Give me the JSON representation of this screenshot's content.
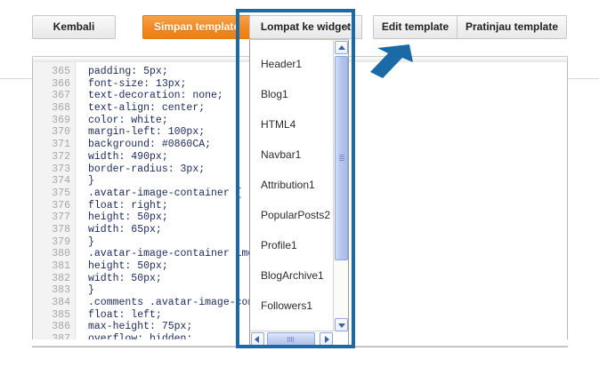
{
  "toolbar": {
    "back_label": "Kembali",
    "save_label": "Simpan template",
    "jump_label": "Lompat ke widget",
    "edit_label": "Edit template",
    "preview_label": "Pratinjau template",
    "caret_icon": "chevron-down-icon",
    "primary_color": "#ee7e0e"
  },
  "dropdown": {
    "open": true,
    "items": [
      {
        "label": "Header1"
      },
      {
        "label": "Blog1"
      },
      {
        "label": "HTML4"
      },
      {
        "label": "Navbar1"
      },
      {
        "label": "Attribution1"
      },
      {
        "label": "PopularPosts2"
      },
      {
        "label": "Profile1"
      },
      {
        "label": "BlogArchive1"
      },
      {
        "label": "Followers1"
      }
    ],
    "vscroll": {
      "up_icon": "chevron-up-icon",
      "down_icon": "chevron-down-icon"
    },
    "hscroll": {
      "left_icon": "chevron-left-icon",
      "right_icon": "chevron-right-icon"
    }
  },
  "editor": {
    "first_line": 365,
    "lines": [
      {
        "n": "365",
        "text": "padding: 5px;"
      },
      {
        "n": "366",
        "text": "font-size: 13px;"
      },
      {
        "n": "367",
        "text": "text-decoration: none;"
      },
      {
        "n": "368",
        "text": "text-align: center;"
      },
      {
        "n": "369",
        "text": "color: white;"
      },
      {
        "n": "370",
        "text": "margin-left: 100px;"
      },
      {
        "n": "371",
        "text": "background: #0860CA;"
      },
      {
        "n": "372",
        "text": "width: 490px;"
      },
      {
        "n": "373",
        "text": "border-radius: 3px;"
      },
      {
        "n": "374",
        "text": "}"
      },
      {
        "n": "375",
        "text": ".avatar-image-container {"
      },
      {
        "n": "376",
        "text": "float: right;"
      },
      {
        "n": "377",
        "text": "height: 50px;"
      },
      {
        "n": "378",
        "text": "width: 65px;"
      },
      {
        "n": "379",
        "text": "}"
      },
      {
        "n": "380",
        "text": ".avatar-image-container img {"
      },
      {
        "n": "381",
        "text": "height: 50px;"
      },
      {
        "n": "382",
        "text": "width: 50px;"
      },
      {
        "n": "383",
        "text": "}"
      },
      {
        "n": "384",
        "text": ".comments .avatar-image-container {"
      },
      {
        "n": "385",
        "text": "float: left;"
      },
      {
        "n": "386",
        "text": "max-height: 75px;"
      },
      {
        "n": "387",
        "text": "overflow: hidden;"
      }
    ]
  },
  "annotation": {
    "box_label": "highlight-box",
    "arrow_label": "pointer-arrow",
    "color": "#1a6aa8"
  }
}
